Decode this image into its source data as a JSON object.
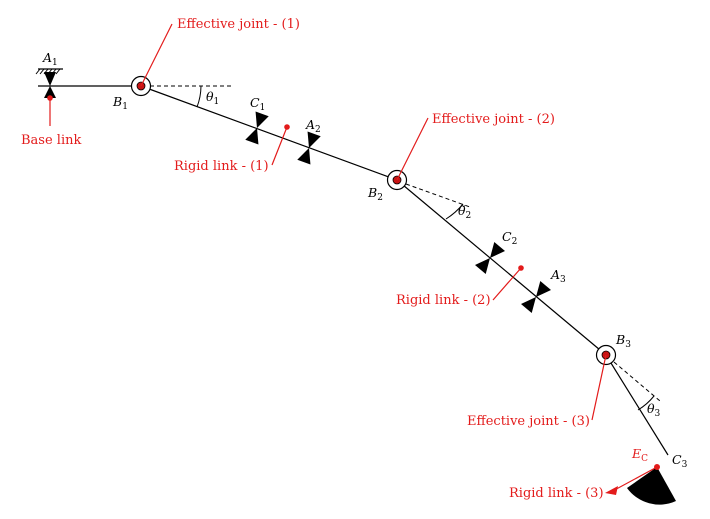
{
  "colors": {
    "annotation": "#e31b1b",
    "structure": "#000000"
  },
  "symbols": {
    "A1": {
      "base": "A",
      "sub": "1"
    },
    "A2": {
      "base": "A",
      "sub": "2"
    },
    "A3": {
      "base": "A",
      "sub": "3"
    },
    "B1": {
      "base": "B",
      "sub": "1"
    },
    "B2": {
      "base": "B",
      "sub": "2"
    },
    "B3": {
      "base": "B",
      "sub": "3"
    },
    "C1": {
      "base": "C",
      "sub": "1"
    },
    "C2": {
      "base": "C",
      "sub": "2"
    },
    "C3": {
      "base": "C",
      "sub": "3"
    },
    "EC": {
      "base": "E",
      "sub": "C"
    },
    "theta1": {
      "base": "θ",
      "sub": "1"
    },
    "theta2": {
      "base": "θ̃",
      "sub": "2"
    },
    "theta3": {
      "base": "θ",
      "sub": "3"
    }
  },
  "annotations": {
    "effective_joint_1": "Effective joint - (1)",
    "effective_joint_2": "Effective joint - (2)",
    "effective_joint_3": "Effective joint - (3)",
    "rigid_link_1": "Rigid link - (1)",
    "rigid_link_2": "Rigid link - (2)",
    "rigid_link_3": "Rigid link - (3)",
    "base_link": "Base link"
  }
}
